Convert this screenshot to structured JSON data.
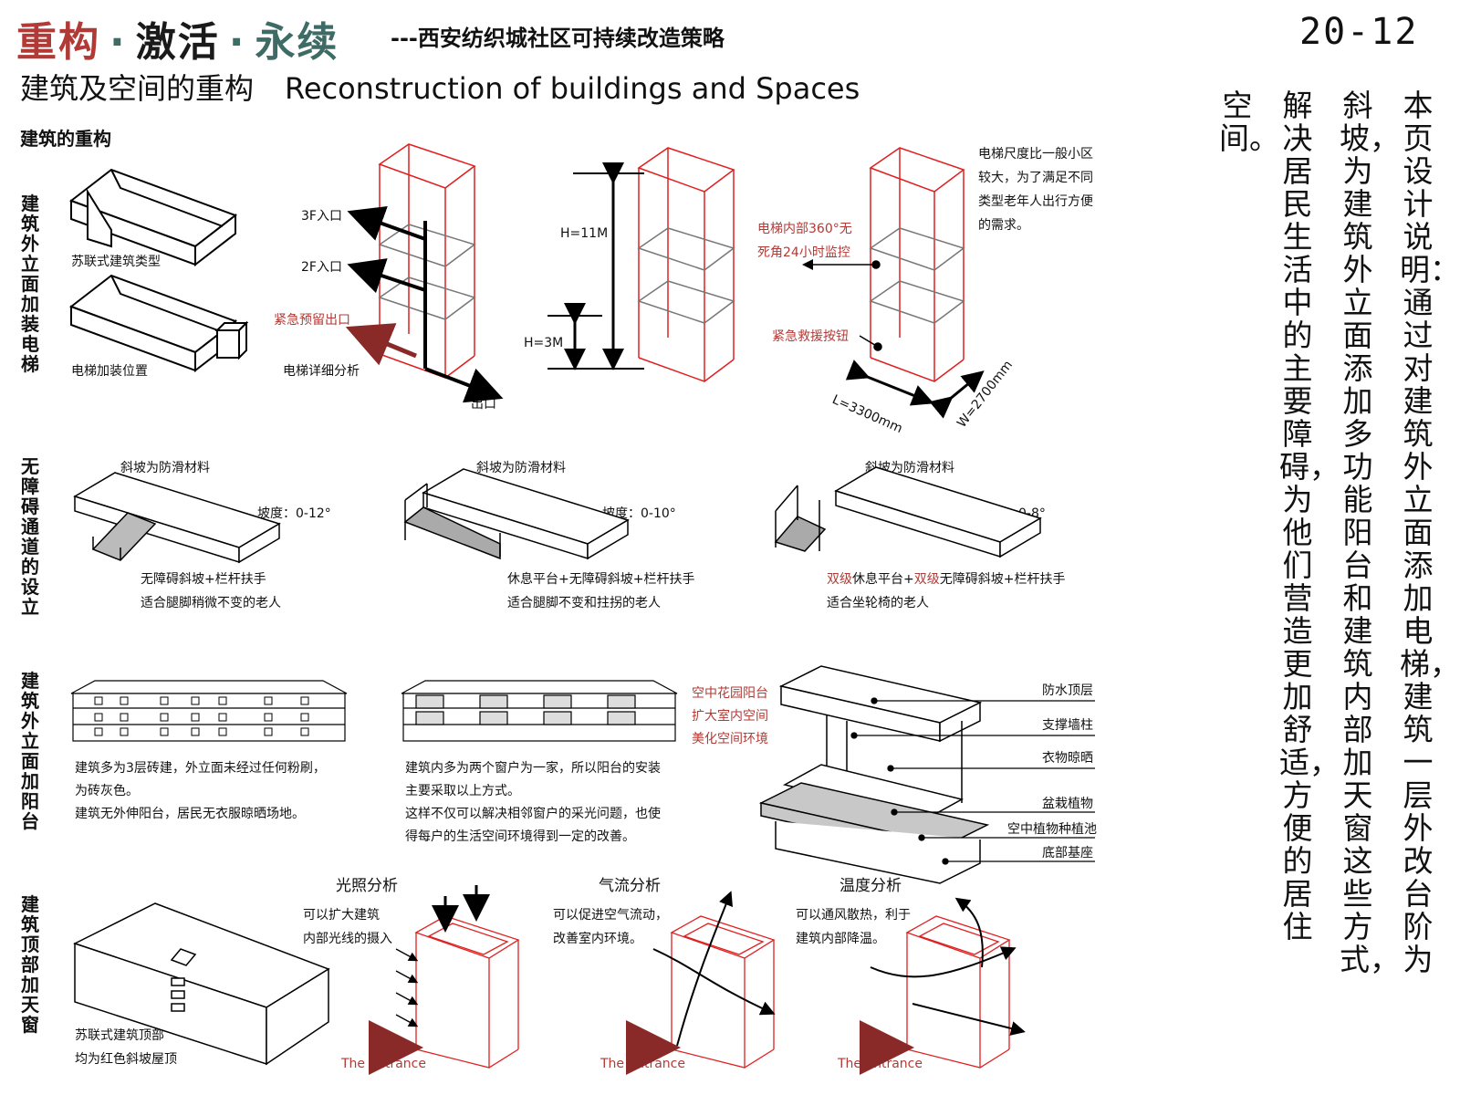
{
  "header": {
    "title_part1": "重构",
    "title_part2": "激活",
    "title_part3": "永续",
    "title_sep": "·",
    "subtitle": "---西安纺织城社区可持续改造策略",
    "page_number": "20-12"
  },
  "section": {
    "title_cn": "建筑及空间的重构",
    "title_en": "Reconstruction of buildings and Spaces",
    "sub_heading": "建筑的重构"
  },
  "row_labels": {
    "elevator": "建筑外立面加装电梯",
    "ramp": "无障碍通道的设立",
    "balcony": "建筑外立面加阳台",
    "skylight": "建筑顶部加天窗"
  },
  "elevator": {
    "building_type": "苏联式建筑类型",
    "install_position": "电梯加装位置",
    "entry_3f": "3F入口",
    "entry_2f": "2F入口",
    "emergency_exit": "紧急预留出口",
    "detail_analysis": "电梯详细分析",
    "exit": "出口",
    "height_total": "H=11M",
    "height_floor": "H=3M",
    "monitor_line1": "电梯内部360°无",
    "monitor_line2": "死角24小时监控",
    "rescue_button": "紧急救援按钮",
    "scale_line1": "电梯尺度比一般小区",
    "scale_line2": "较大，为了满足不同",
    "scale_line3": "类型老年人出行方便",
    "scale_line4": "的需求。",
    "length": "L=3300mm",
    "width": "W=2700mm"
  },
  "ramps": {
    "anti_slip": "斜坡为防滑材料",
    "slope_label": "坡度：",
    "items": [
      {
        "slope": "0-12°",
        "line1_plain": "无障碍斜坡+栏杆扶手",
        "line2": "适合腿脚稍微不变的老人"
      },
      {
        "slope": "0-10°",
        "line1_plain": "休息平台+无障碍斜坡+栏杆扶手",
        "line2": "适合腿脚不变和拄拐的老人"
      },
      {
        "slope": "0-8°",
        "line1_red1": "双级",
        "line1_mid": "休息平台+",
        "line1_red2": "双级",
        "line1_end": "无障碍斜坡+栏杆扶手",
        "line2": "适合坐轮椅的老人"
      }
    ]
  },
  "balcony": {
    "desc1": [
      "建筑多为3层砖建，外立面未经过任何粉刷，",
      "为砖灰色。",
      "建筑无外伸阳台，居民无衣服晾晒场地。"
    ],
    "desc2": [
      "建筑内多为两个窗户为一家，所以阳台的安装",
      "主要采取以上方式。",
      "这样不仅可以解决相邻窗户的采光问题，也使",
      "得每户的生活空间环境得到一定的改善。"
    ],
    "red_notes": [
      "空中花园阳台",
      "扩大室内空间",
      "美化空间环境"
    ],
    "parts": [
      "防水顶层",
      "支撑墙柱",
      "衣物晾晒",
      "盆栽植物",
      "空中植物种植池",
      "底部基座"
    ]
  },
  "skylight": {
    "roof_line1": "苏联式建筑顶部",
    "roof_line2": "均为红色斜坡屋顶",
    "analyses": [
      {
        "title": "光照分析",
        "line1": "可以扩大建筑",
        "line2": "内部光线的摄入",
        "entrance": "The entrance"
      },
      {
        "title": "气流分析",
        "line1": "可以促进空气流动，",
        "line2": "改善室内环境。",
        "entrance": "The entrance"
      },
      {
        "title": "温度分析",
        "line1": "可以通风散热，利于",
        "line2": "建筑内部降温。",
        "entrance": "The entrance"
      }
    ]
  },
  "description": {
    "columns": [
      "本页设计说明：通过对建筑外立面添加电梯，建筑一层外改台阶为",
      "斜坡，为建筑外立面添加多功能阳台和建筑内部加天窗这些方式，",
      "解决居民生活中的主要障碍，为他们营造更加舒适，方便的居住",
      "空间。"
    ]
  },
  "colors": {
    "accent_red": "#b23a36",
    "accent_green": "#3e6b65",
    "line_red": "#e02020"
  }
}
